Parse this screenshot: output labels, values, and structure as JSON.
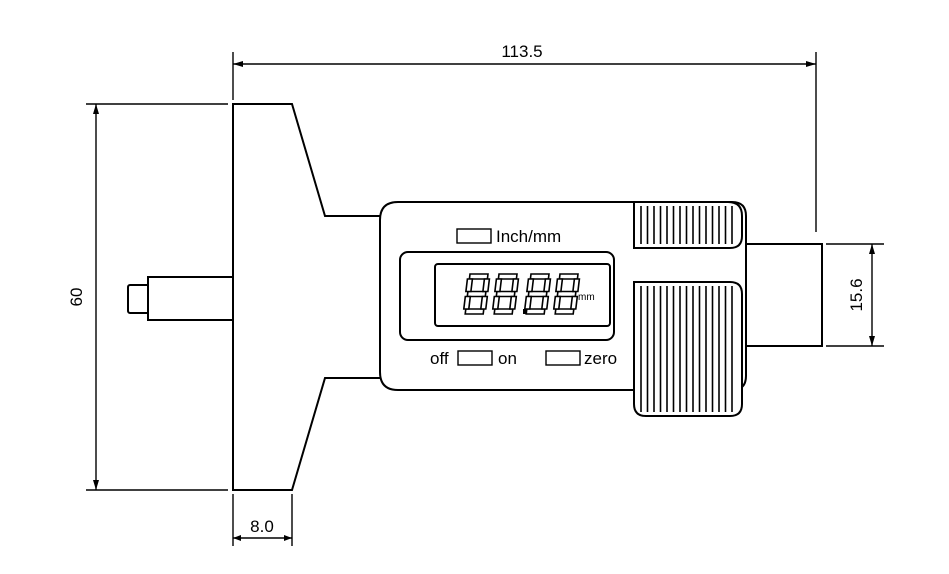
{
  "dimensions": {
    "overall_length": "113.5",
    "height": "60",
    "base_thickness": "8.0",
    "knob_diameter": "15.6"
  },
  "display": {
    "reading": "88.88",
    "unit": "mm"
  },
  "buttons": {
    "mode_label": "Inch/mm",
    "off_label": "off",
    "on_label": "on",
    "zero_label": "zero"
  },
  "colors": {
    "line": "#000000",
    "background": "#ffffff"
  }
}
